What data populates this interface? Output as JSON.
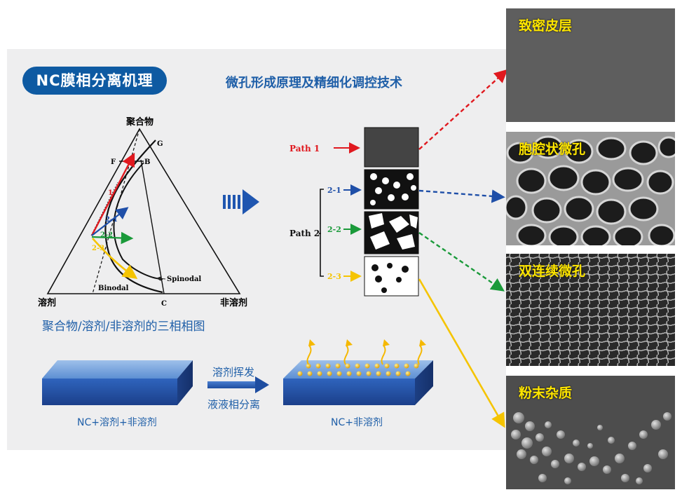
{
  "header": {
    "badge": "NC膜相分离机理",
    "subtitle": "微孔形成原理及精细化调控技术"
  },
  "ternary": {
    "apex_top": "聚合物",
    "apex_left": "溶剂",
    "apex_right": "非溶剂",
    "points": {
      "F": "F",
      "B": "B",
      "G": "G",
      "C": "C"
    },
    "path_labels": [
      "1",
      "2-1",
      "2-2",
      "2-3"
    ],
    "binodal": "Binodal",
    "spinodal": "Spinodal",
    "caption": "聚合物/溶剂/非溶剂的三相相图"
  },
  "paths": {
    "path1": "Path 1",
    "path2": "Path 2",
    "sub": [
      "2-1",
      "2-2",
      "2-3"
    ]
  },
  "process": {
    "top": "溶剂挥发",
    "bottom": "液液相分离",
    "left_label": "NC+溶剂+非溶剂",
    "right_label": "NC+非溶剂"
  },
  "photos": [
    {
      "title": "致密皮层"
    },
    {
      "title": "胞腔状微孔"
    },
    {
      "title": "双连续微孔"
    },
    {
      "title": "粉末杂质"
    }
  ],
  "colors": {
    "brand_blue": "#0e5aa2",
    "red": "#e0191f",
    "blue": "#1f4fa8",
    "green": "#1a9a3a",
    "yellow": "#f5c400",
    "photo_title": "#ffe600"
  },
  "icons": [
    "triple-chevron-arrow-icon",
    "solvent-vapor-arrow-icon"
  ]
}
